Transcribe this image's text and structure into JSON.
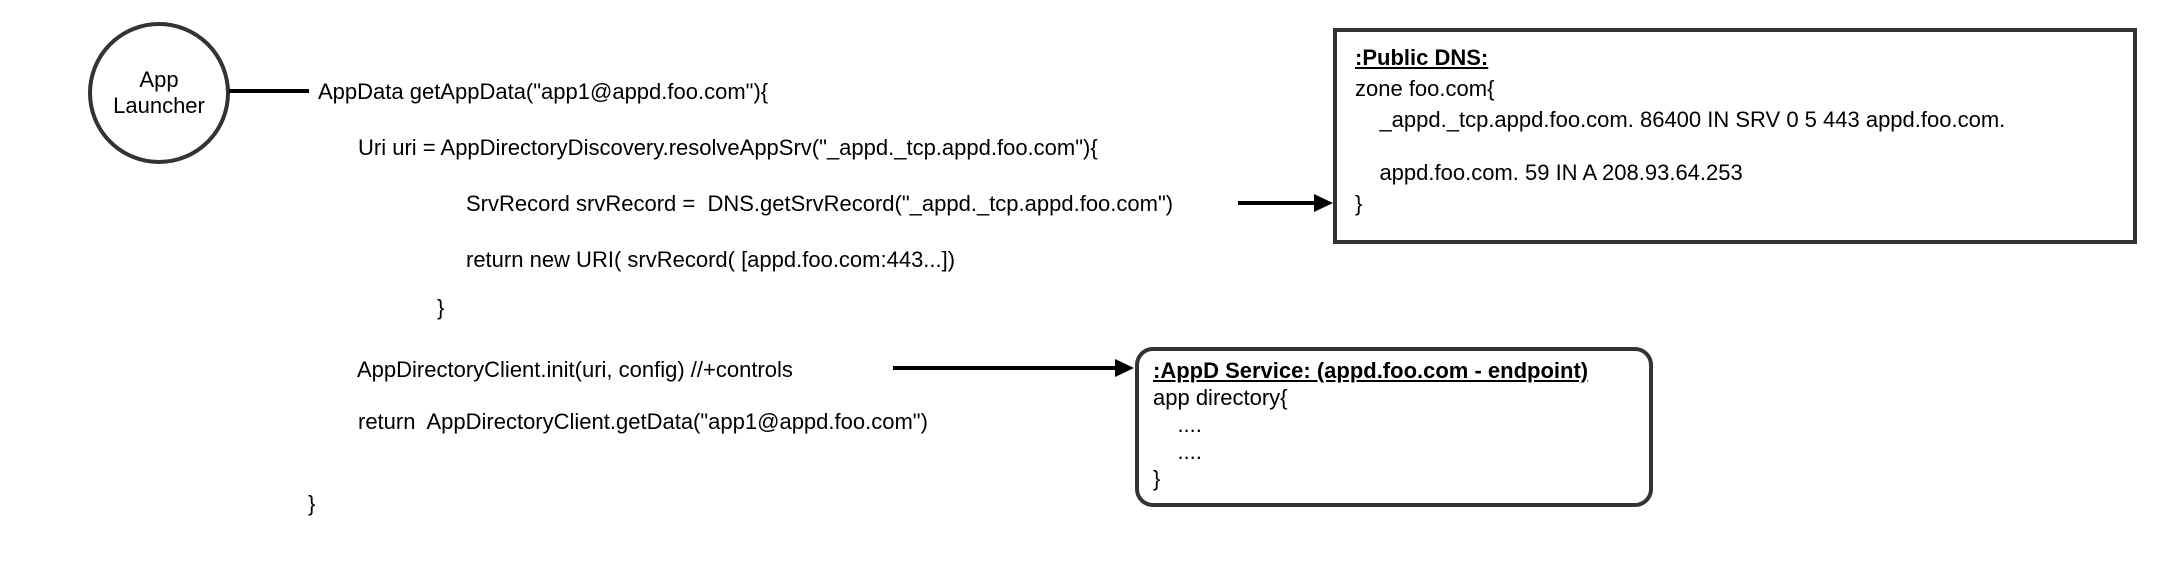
{
  "actor": {
    "label": "App Launcher"
  },
  "code_lines": [
    "AppData getAppData(\"app1@appd.foo.com\"){",
    "Uri uri = AppDirectoryDiscovery.resolveAppSrv(\"_appd._tcp.appd.foo.com\"){",
    "SrvRecord srvRecord =  DNS.getSrvRecord(\"_appd._tcp.appd.foo.com\")",
    "return new URI( srvRecord( [appd.foo.com:443...])",
    "}",
    "AppDirectoryClient.init(uri, config) //+controls",
    "return  AppDirectoryClient.getData(\"app1@appd.foo.com\")",
    "}"
  ],
  "dns_box": {
    "title": ":Public DNS:",
    "lines": [
      "zone foo.com{",
      "    _appd._tcp.appd.foo.com. 86400 IN SRV 0 5 443 appd.foo.com.",
      "",
      "    appd.foo.com. 59 IN A 208.93.64.253",
      "}"
    ]
  },
  "appd_box": {
    "title": ":AppD Service: (appd.foo.com - endpoint)",
    "lines": [
      "app directory{",
      "    ....",
      "    ....",
      "}"
    ]
  },
  "colors": {
    "stroke": "#333333",
    "arrow": "#000000",
    "text": "#000000",
    "background": "#ffffff"
  }
}
